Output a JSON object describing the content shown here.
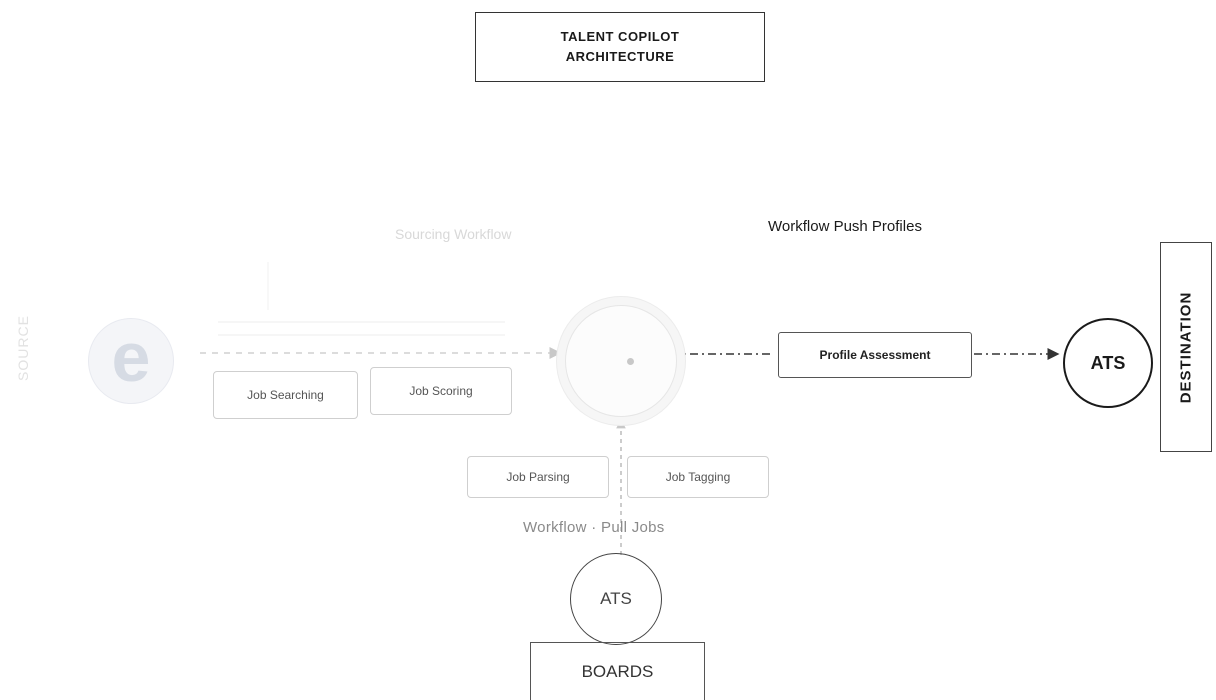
{
  "title": {
    "line1": "TALENT COPILOT",
    "line2": "ARCHITECTURE"
  },
  "source": {
    "vertical_label": "SOURCE",
    "faint_heading": "Sourcing Workflow",
    "logo_icon": "e-logo-icon"
  },
  "source_steps": [
    {
      "label": "Job Searching"
    },
    {
      "label": "Job Scoring"
    }
  ],
  "hub": {
    "icon": "hub-icon"
  },
  "push": {
    "label": "Workflow Push Profiles",
    "step": "Profile Assessment",
    "target": "ATS",
    "destination": "DESTINATION"
  },
  "pull": {
    "steps": [
      {
        "label": "Job Parsing"
      },
      {
        "label": "Job Tagging"
      }
    ],
    "label": "Workflow · Pull Jobs",
    "source": "ATS",
    "boards": "BOARDS"
  },
  "colors": {
    "ink": "#1a1a1a",
    "faint": "#cfcfcf",
    "muted": "#8a8a8a"
  }
}
